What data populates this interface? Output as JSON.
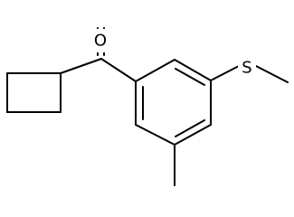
{
  "diagram": {
    "type": "chemical-structure",
    "colors": {
      "bond": "#000000",
      "label": "#000000",
      "background": "#ffffff"
    },
    "atoms": {
      "oxygen": "O",
      "sulfur": "S"
    }
  }
}
